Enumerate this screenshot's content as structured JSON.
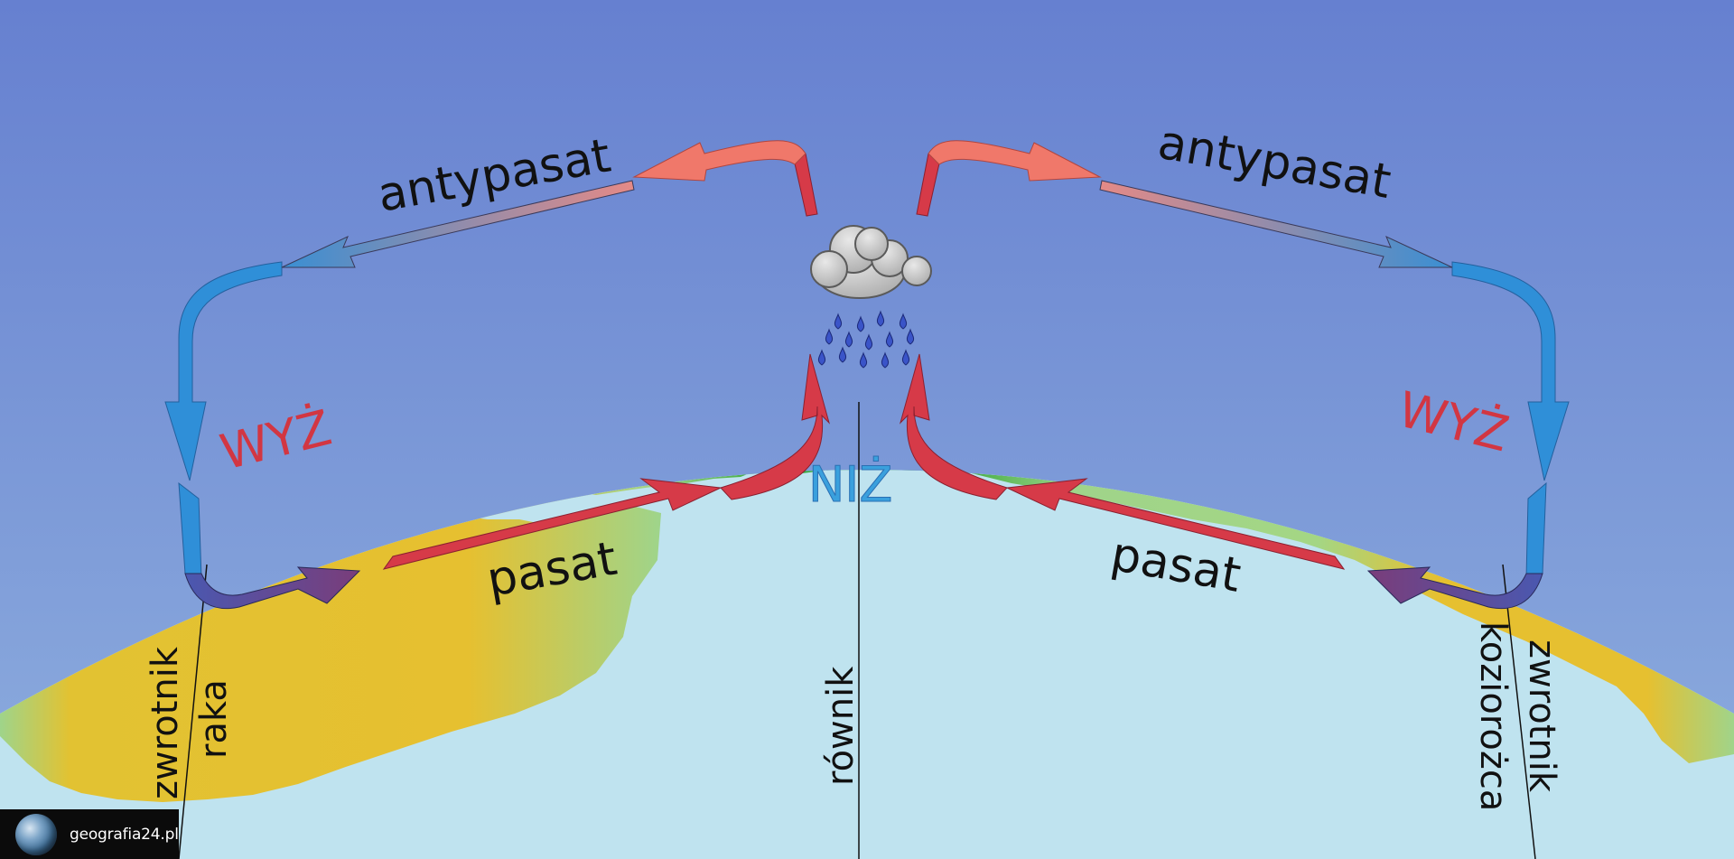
{
  "labels": {
    "antypasat_left": "antypasat",
    "antypasat_right": "antypasat",
    "pasat_left": "pasat",
    "pasat_right": "pasat",
    "wyz_left": "WYŻ",
    "wyz_right": "WYŻ",
    "niz": "NIŻ",
    "zwrotnik_raka_1": "zwrotnik",
    "zwrotnik_raka_2": "raka",
    "rownik": "równik",
    "zwrotnik_koziorozca_1": "zwrotnik",
    "zwrotnik_koziorozca_2": "koziorożca"
  },
  "brand": {
    "name": "geografia24.pl"
  },
  "icons": [
    "cloud-icon",
    "rain-icon",
    "globe-icon"
  ],
  "colors": {
    "sky_top": "#6680d0",
    "sky_bottom": "#86a8dd",
    "ocean": "#bfe3ef",
    "desert": "#e5c030",
    "vegetation": "#9fd48a",
    "rainforest": "#2ea838",
    "cold_air": "#2f8fd8",
    "warm_air": "#d63a48",
    "upper_air": "#f0786a",
    "high_pressure": "#d23642",
    "low_pressure": "#3aa0dd"
  }
}
